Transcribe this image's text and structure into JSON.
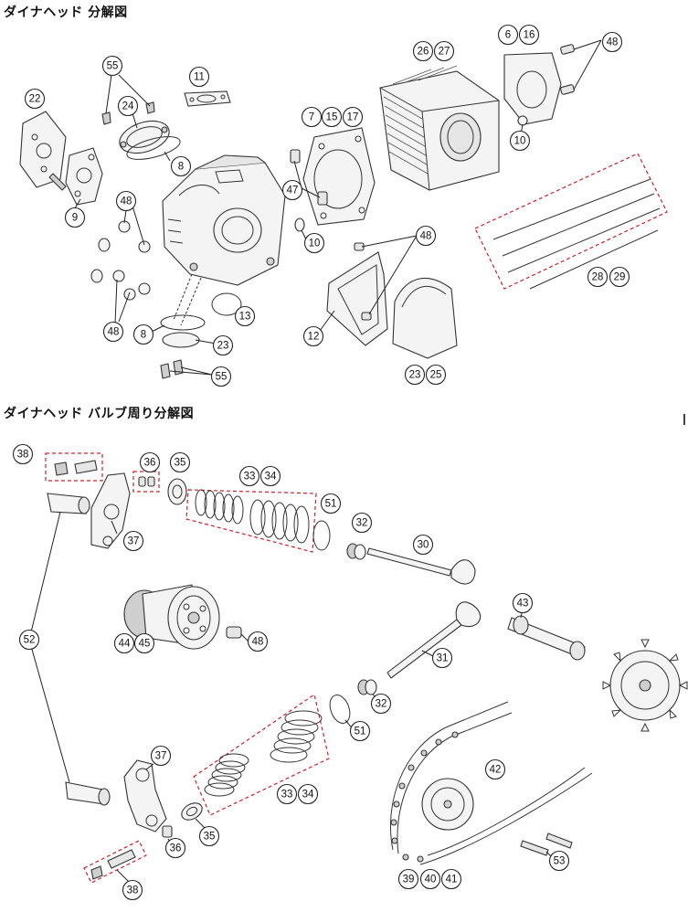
{
  "titles": {
    "head_exploded": "ダイナヘッド 分解図",
    "valve_exploded": "ダイナヘッド バルブ周り分解図"
  },
  "callouts": [
    {
      "id": "c55a",
      "label": "55"
    },
    {
      "id": "c11",
      "label": "11"
    },
    {
      "id": "c22",
      "label": "22"
    },
    {
      "id": "c24",
      "label": "24"
    },
    {
      "id": "c8a",
      "label": "8"
    },
    {
      "id": "c9",
      "label": "9"
    },
    {
      "id": "c48a",
      "label": "48"
    },
    {
      "id": "c48b",
      "label": "48"
    },
    {
      "id": "c8b",
      "label": "8"
    },
    {
      "id": "c13",
      "label": "13"
    },
    {
      "id": "c23a",
      "label": "23"
    },
    {
      "id": "c55b",
      "label": "55"
    },
    {
      "id": "c7",
      "label": "7"
    },
    {
      "id": "c15",
      "label": "15"
    },
    {
      "id": "c17",
      "label": "17"
    },
    {
      "id": "c47",
      "label": "47"
    },
    {
      "id": "c10a",
      "label": "10"
    },
    {
      "id": "c26",
      "label": "26"
    },
    {
      "id": "c27",
      "label": "27"
    },
    {
      "id": "c6",
      "label": "6"
    },
    {
      "id": "c16",
      "label": "16"
    },
    {
      "id": "c48c",
      "label": "48"
    },
    {
      "id": "c10b",
      "label": "10"
    },
    {
      "id": "c48d",
      "label": "48"
    },
    {
      "id": "c12",
      "label": "12"
    },
    {
      "id": "c23b",
      "label": "23"
    },
    {
      "id": "c25",
      "label": "25"
    },
    {
      "id": "c28",
      "label": "28"
    },
    {
      "id": "c29",
      "label": "29"
    },
    {
      "id": "c38a",
      "label": "38"
    },
    {
      "id": "c36a",
      "label": "36"
    },
    {
      "id": "c35a",
      "label": "35"
    },
    {
      "id": "c33a",
      "label": "33"
    },
    {
      "id": "c34a",
      "label": "34"
    },
    {
      "id": "c51a",
      "label": "51"
    },
    {
      "id": "c32a",
      "label": "32"
    },
    {
      "id": "c30",
      "label": "30"
    },
    {
      "id": "c37a",
      "label": "37"
    },
    {
      "id": "c52",
      "label": "52"
    },
    {
      "id": "c44",
      "label": "44"
    },
    {
      "id": "c45",
      "label": "45"
    },
    {
      "id": "c48e",
      "label": "48"
    },
    {
      "id": "c43",
      "label": "43"
    },
    {
      "id": "c31",
      "label": "31"
    },
    {
      "id": "c32b",
      "label": "32"
    },
    {
      "id": "c51b",
      "label": "51"
    },
    {
      "id": "c42",
      "label": "42"
    },
    {
      "id": "c37b",
      "label": "37"
    },
    {
      "id": "c33b",
      "label": "33"
    },
    {
      "id": "c34b",
      "label": "34"
    },
    {
      "id": "c35b",
      "label": "35"
    },
    {
      "id": "c36b",
      "label": "36"
    },
    {
      "id": "c38b",
      "label": "38"
    },
    {
      "id": "c39",
      "label": "39"
    },
    {
      "id": "c40",
      "label": "40"
    },
    {
      "id": "c41",
      "label": "41"
    },
    {
      "id": "c53",
      "label": "53"
    }
  ],
  "colors": {
    "dashed_group_outline": "#d0202a",
    "line_art": "#333333"
  }
}
